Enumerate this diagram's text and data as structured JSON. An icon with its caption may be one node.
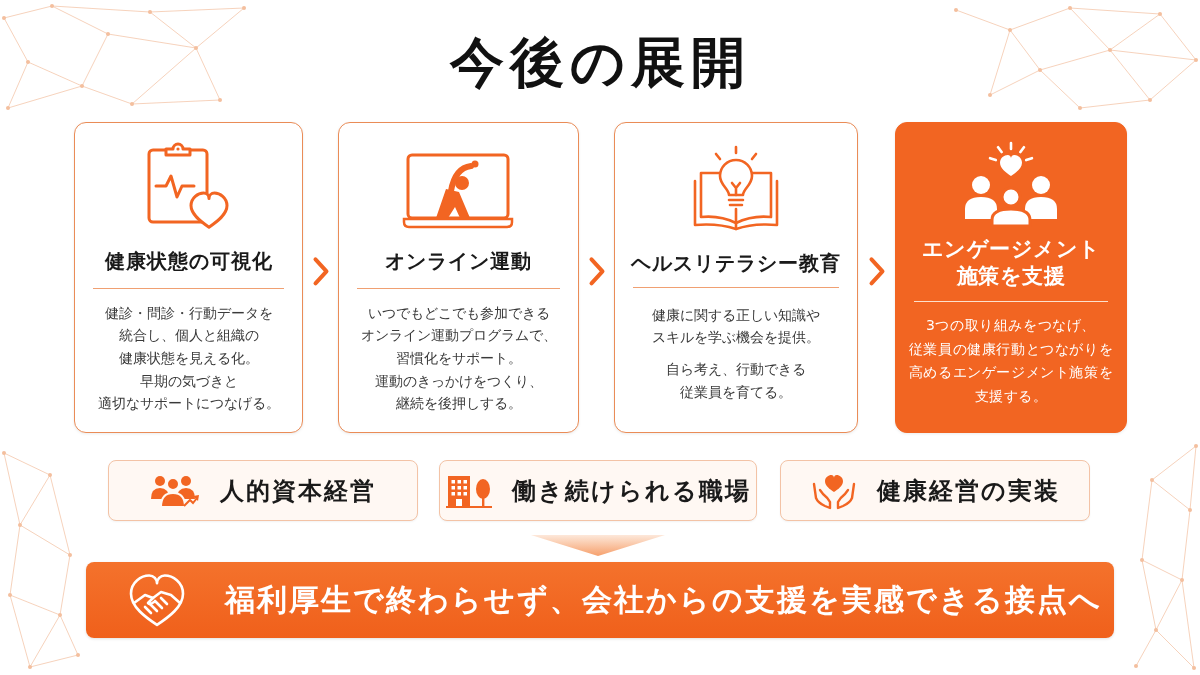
{
  "diagram": {
    "title": "今後の展開",
    "nodes": [
      {
        "text": [
          "健康状態の可視化",
          "健診・問診・行動データを統合し、個人と組織の健康状態を見える化。早期の気づきと適切なサポートにつなげる。"
        ]
      },
      {
        "text": [
          "オンライン運動",
          "いつでもどこでも参加できるオンライン運動プログラムで、習慣化をサポート。運動のきっかけをつくり、継続を後押しする。"
        ]
      },
      {
        "text": [
          "ヘルスリテラシー教育",
          "健康に関する正しい知識やスキルを学ぶ機会を提供。",
          "自ら考え、行動できる従業員を育てる。"
        ]
      },
      {
        "text": [
          "エンゲージメント施策を支援",
          "3つの取り組みをつなげ、従業員の健康行動とつながりを高めるエンゲージメント施策を支援する。"
        ]
      },
      {
        "text": [
          "人的資本経営"
        ]
      },
      {
        "text": [
          "働き続けられる職場"
        ]
      },
      {
        "text": [
          "健康経営の実装"
        ]
      },
      {
        "text": [
          "福利厚生で終わらせず、会社からの支援を実感できる接点へ"
        ]
      }
    ],
    "edges": [
      {
        "from": 0,
        "to": 1,
        "arrow": "to"
      },
      {
        "from": 1,
        "to": 2,
        "arrow": "to"
      },
      {
        "from": 2,
        "to": 3,
        "arrow": "to"
      },
      {
        "from": 5,
        "to": 7,
        "arrow": "to"
      }
    ]
  }
}
